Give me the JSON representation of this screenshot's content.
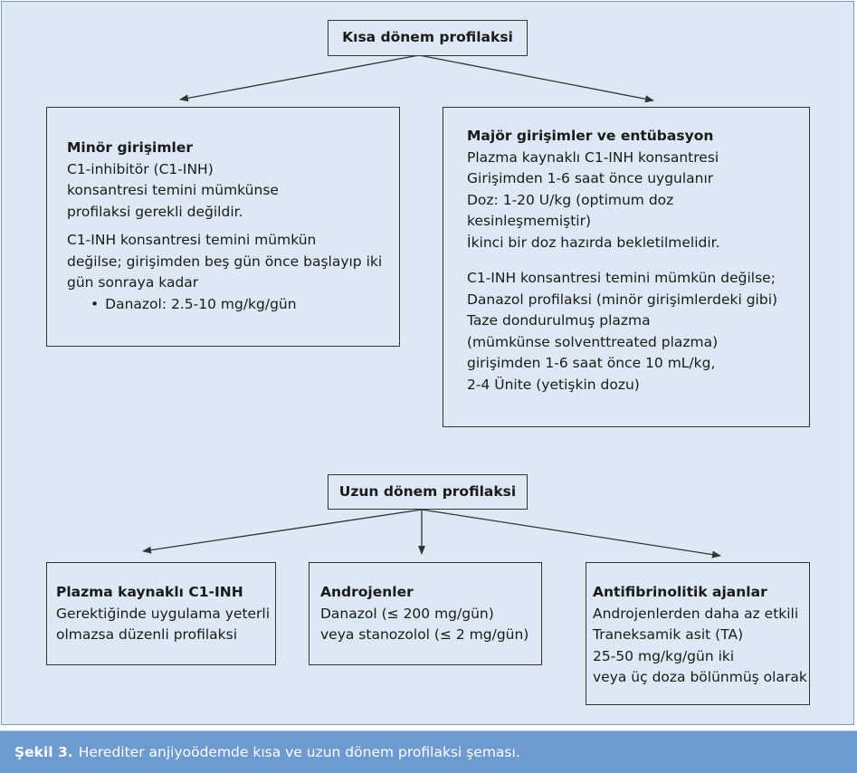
{
  "short_term": {
    "title": "Kısa dönem profilaksi",
    "minor": {
      "title": "Minör girişimler",
      "lines": [
        "C1-inhibitör (C1-INH)",
        "konsantresi temini mümkünse",
        "profilaksi gerekli değildir.",
        "C1-INH konsantresi temini mümkün",
        "değilse; girişimden beş gün önce başlayıp iki",
        "gün sonraya kadar"
      ],
      "bullet": "Danazol: 2.5-10 mg/kg/gün"
    },
    "major": {
      "title": "Majör girişimler ve entübasyon",
      "lines": [
        "Plazma kaynaklı C1-INH konsantresi",
        "Girişimden 1-6 saat önce uygulanır",
        "Doz: 1-20 U/kg (optimum doz",
        "kesinleşmemiştir)",
        "İkinci bir doz hazırda bekletilmelidir.",
        "C1-INH konsantresi temini mümkün değilse;",
        "Danazol profilaksi (minör girişimlerdeki gibi)",
        "Taze dondurulmuş plazma",
        "(mümkünse solventtreated plazma)",
        "girişimden 1-6 saat önce 10 mL/kg,",
        "2-4 Ünite (yetişkin dozu)"
      ]
    }
  },
  "long_term": {
    "title": "Uzun dönem profilaksi",
    "plasma": {
      "title": "Plazma kaynaklı C1-INH",
      "lines": [
        "Gerektiğinde uygulama yeterli",
        "olmazsa düzenli profilaksi"
      ]
    },
    "androgens": {
      "title": "Androjenler",
      "lines": [
        "Danazol (≤ 200 mg/gün)",
        "veya stanozolol (≤ 2 mg/gün)"
      ]
    },
    "antifibrinolytic": {
      "title": "Antifibrinolitik ajanlar",
      "lines": [
        "Androjenlerden daha az etkili",
        "Traneksamik asit (TA)",
        "25-50 mg/kg/gün iki",
        "veya üç doza bölünmüş olarak"
      ]
    }
  },
  "caption": {
    "label": "Şekil 3.",
    "text": "Herediter anjiyoödemde kısa ve uzun dönem profilaksi şeması."
  },
  "colors": {
    "panel": "#dde8f5",
    "caption_bar": "#6c9ad1",
    "line": "#333333"
  }
}
